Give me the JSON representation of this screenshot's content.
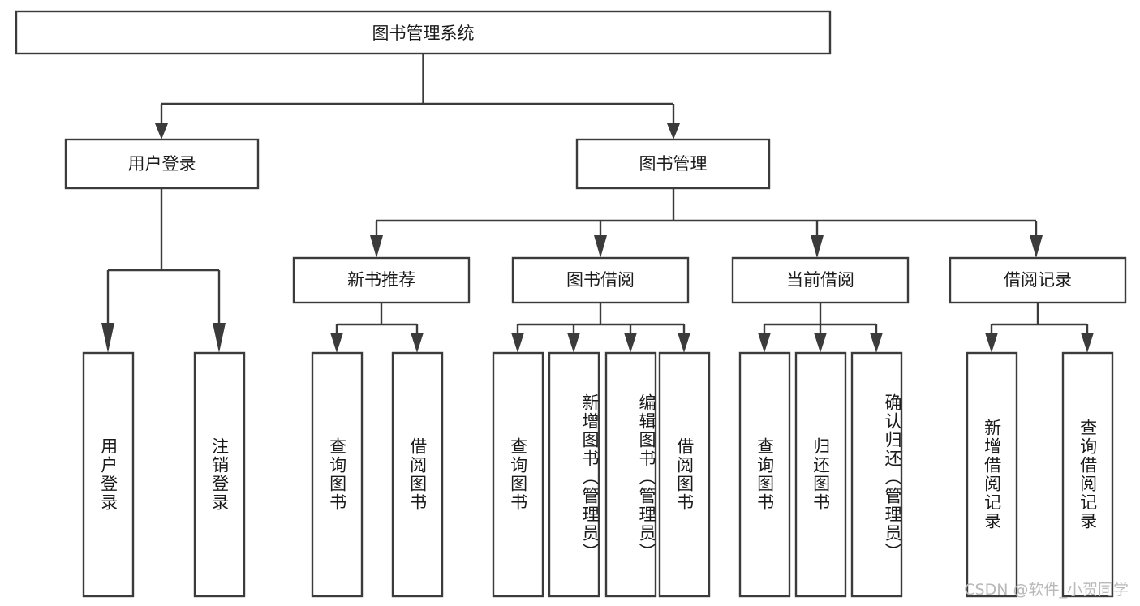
{
  "diagram": {
    "type": "tree-hierarchy",
    "title": "图书管理系统",
    "orientation": "top-down",
    "colors": {
      "box_stroke": "#3b3b3b",
      "box_fill": "#ffffff",
      "connector": "#3b3b3b",
      "text": "#1a1a1a",
      "background": "#ffffff",
      "watermark": "#b9b9b9"
    },
    "root": {
      "label": "图书管理系统"
    },
    "level2": [
      {
        "id": "user-login",
        "label": "用户登录"
      },
      {
        "id": "book-management",
        "label": "图书管理"
      }
    ],
    "level3": [
      {
        "id": "new-book-recommend",
        "label": "新书推荐"
      },
      {
        "id": "book-borrow",
        "label": "图书借阅"
      },
      {
        "id": "current-borrow",
        "label": "当前借阅"
      },
      {
        "id": "borrow-record",
        "label": "借阅记录"
      }
    ],
    "leaves": {
      "user_login": [
        {
          "id": "leaf-user-login",
          "label": "用户登录"
        },
        {
          "id": "leaf-logout-login",
          "label": "注销登录"
        }
      ],
      "new_book_recommend": [
        {
          "id": "leaf-query-book-1",
          "label": "查询图书"
        },
        {
          "id": "leaf-borrow-book-1",
          "label": "借阅图书"
        }
      ],
      "book_borrow": [
        {
          "id": "leaf-query-book-2",
          "label": "查询图书"
        },
        {
          "id": "leaf-add-book-admin",
          "label": "新增图书（管理员）"
        },
        {
          "id": "leaf-edit-book-admin",
          "label": "编辑图书（管理员）"
        },
        {
          "id": "leaf-borrow-book-2",
          "label": "借阅图书"
        }
      ],
      "current_borrow": [
        {
          "id": "leaf-query-book-3",
          "label": "查询图书"
        },
        {
          "id": "leaf-return-book",
          "label": "归还图书"
        },
        {
          "id": "leaf-confirm-return-admin",
          "label": "确认归还（管理员）"
        }
      ],
      "borrow_record": [
        {
          "id": "leaf-add-borrow-record",
          "label": "新增借阅记录"
        },
        {
          "id": "leaf-query-borrow-record",
          "label": "查询借阅记录"
        }
      ]
    }
  },
  "watermark": {
    "text": "CSDN @软件_小贺同学"
  }
}
